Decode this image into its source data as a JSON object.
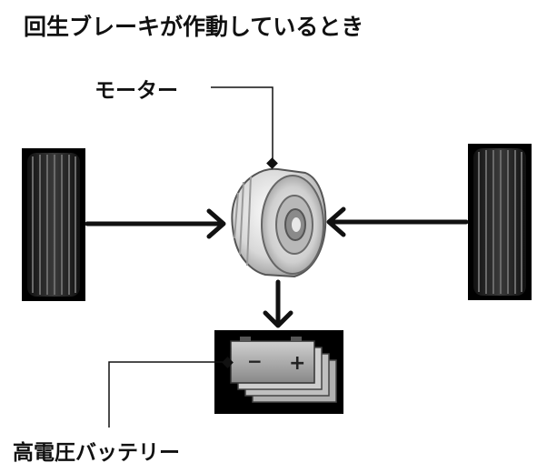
{
  "diagram": {
    "title": "回生ブレーキが作動しているとき",
    "labels": {
      "motor": "モーター",
      "battery": "高電圧バッテリー"
    },
    "battery_terminals": {
      "negative": "−",
      "positive": "+"
    }
  }
}
